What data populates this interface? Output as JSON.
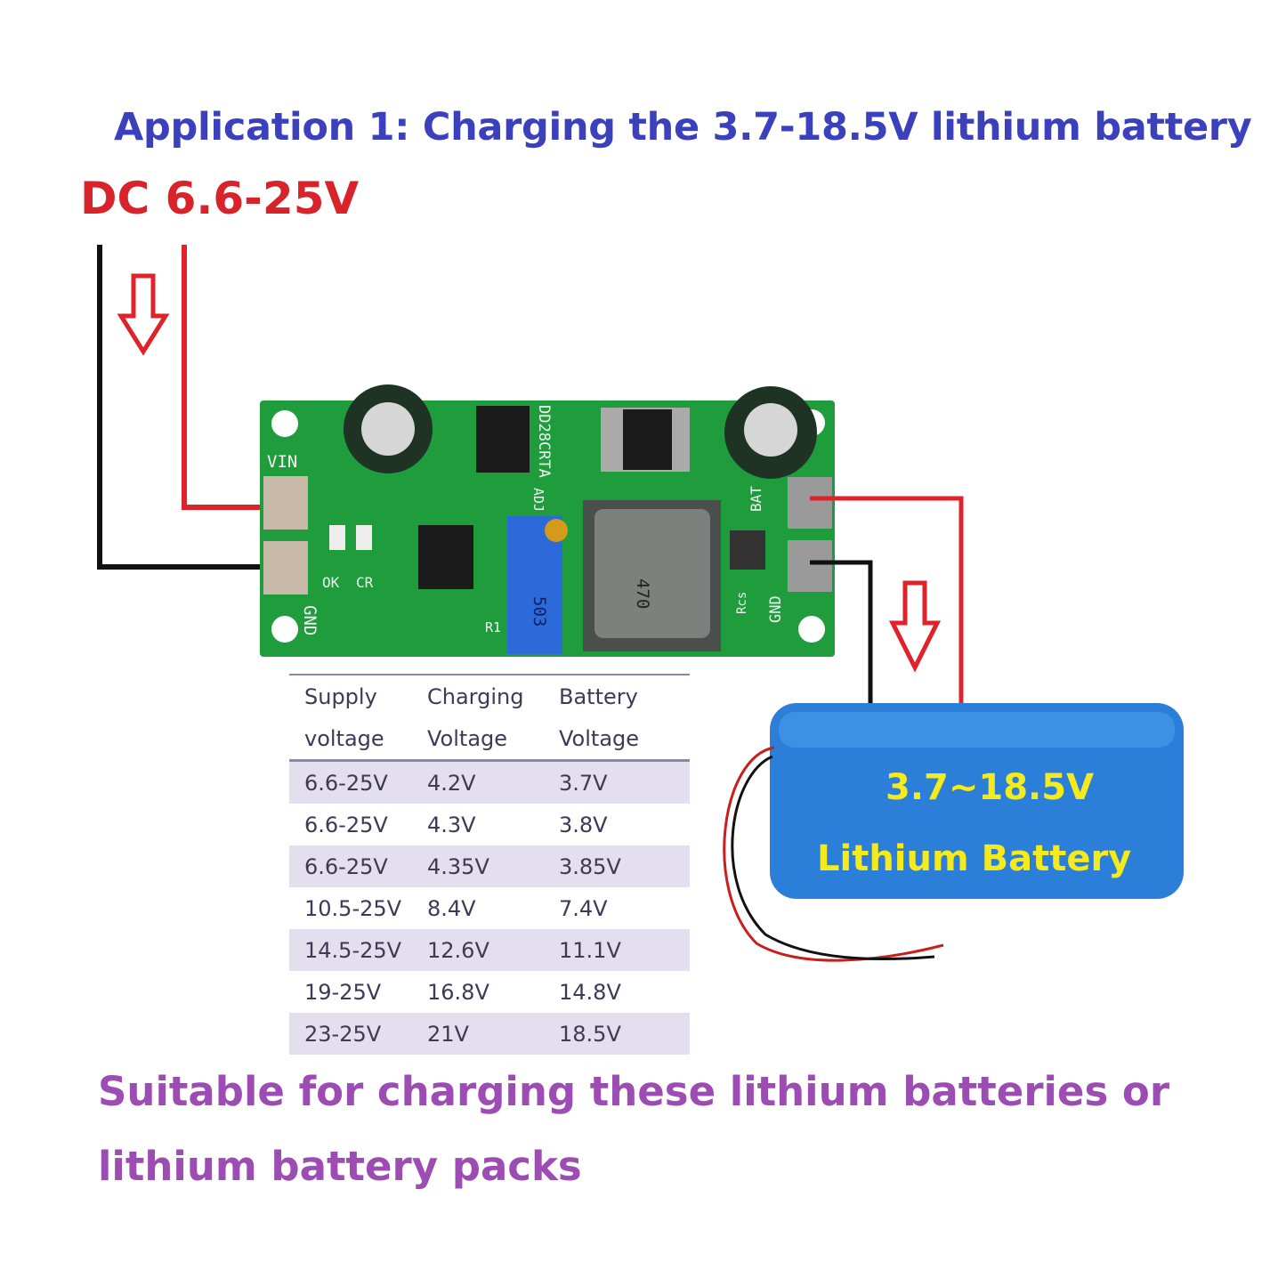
{
  "title": "Application 1: Charging the 3.7-18.5V lithium battery",
  "input_label": "DC 6.6-25V",
  "board": {
    "model": "DD28CRTA",
    "labels": {
      "vin": "VIN",
      "gnd_in": "GND",
      "ok": "OK",
      "cr": "CR",
      "adj": "ADJ",
      "bat": "BAT",
      "gnd_out": "GND",
      "rcs": "Rcs",
      "r1": "R1",
      "inductor": "470",
      "pot": "503"
    }
  },
  "table": {
    "headers": [
      [
        "Supply",
        "Charging",
        "Battery"
      ],
      [
        "voltage",
        "Voltage",
        "Voltage"
      ]
    ],
    "rows": [
      [
        "6.6-25V",
        "4.2V",
        "3.7V"
      ],
      [
        "6.6-25V",
        "4.3V",
        "3.8V"
      ],
      [
        "6.6-25V",
        "4.35V",
        "3.85V"
      ],
      [
        "10.5-25V",
        "8.4V",
        "7.4V"
      ],
      [
        "14.5-25V",
        "12.6V",
        "11.1V"
      ],
      [
        "19-25V",
        "16.8V",
        "14.8V"
      ],
      [
        "23-25V",
        "21V",
        "18.5V"
      ]
    ]
  },
  "battery": {
    "voltage": "3.7~18.5V",
    "label": "Lithium Battery"
  },
  "footer": {
    "line1": "Suitable for charging these lithium batteries or",
    "line2": "lithium battery packs"
  },
  "colors": {
    "title": "#3b40bd",
    "input": "#d8232a",
    "footer": "#9c4cb2",
    "pcb": "#1f9c3c",
    "battery": "#2b7fd8",
    "battery_text": "#f4ea1c"
  }
}
